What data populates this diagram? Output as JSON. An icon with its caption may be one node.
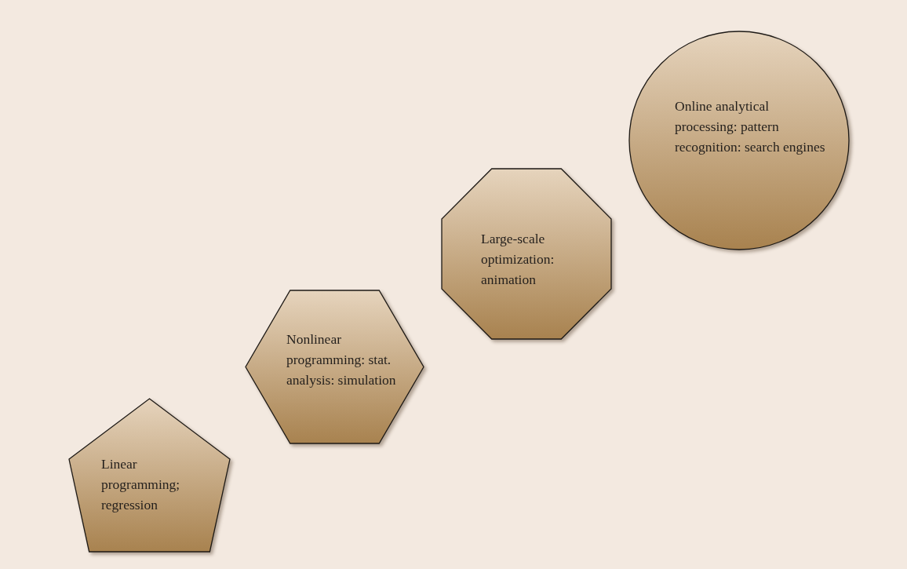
{
  "diagram": {
    "nodes": [
      {
        "text": [
          "Linear programming; regression"
        ]
      },
      {
        "text": [
          "Nonlinear programming: stat. analysis: simulation"
        ]
      },
      {
        "text": [
          "Large-scale optimization: animation"
        ]
      },
      {
        "text": [
          "Online analytical processing: pattern recognition: search engines"
        ]
      }
    ]
  }
}
